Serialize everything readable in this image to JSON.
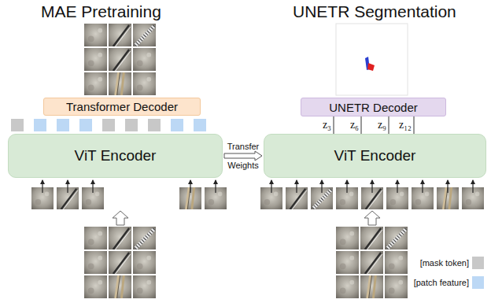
{
  "diagram": {
    "nodes": [
      {
        "text": [
          "Transformer Decoder"
        ]
      },
      {
        "text": [
          "ViT Encoder"
        ]
      },
      {
        "text": [
          "UNETR Decoder"
        ]
      },
      {
        "text": [
          "ViT Encoder"
        ]
      }
    ],
    "edges": [
      {
        "from": 1,
        "to": 3,
        "arrow": "to",
        "label": "Transfer Weights"
      },
      {
        "from": 3,
        "to": 2,
        "arrow": "none",
        "label": "z₃"
      },
      {
        "from": 3,
        "to": 2,
        "arrow": "none",
        "label": "z₆"
      },
      {
        "from": 3,
        "to": 2,
        "arrow": "none",
        "label": "z₉"
      },
      {
        "from": 3,
        "to": 2,
        "arrow": "none",
        "label": "z₁₂"
      }
    ],
    "labels": [
      "MAE Pretraining",
      "UNETR Segmentation"
    ],
    "legend": [
      {
        "text": "[mask token]",
        "color": "#c8c8c8"
      },
      {
        "text": "[patch feature]",
        "color": "#bcd8f5"
      }
    ]
  }
}
